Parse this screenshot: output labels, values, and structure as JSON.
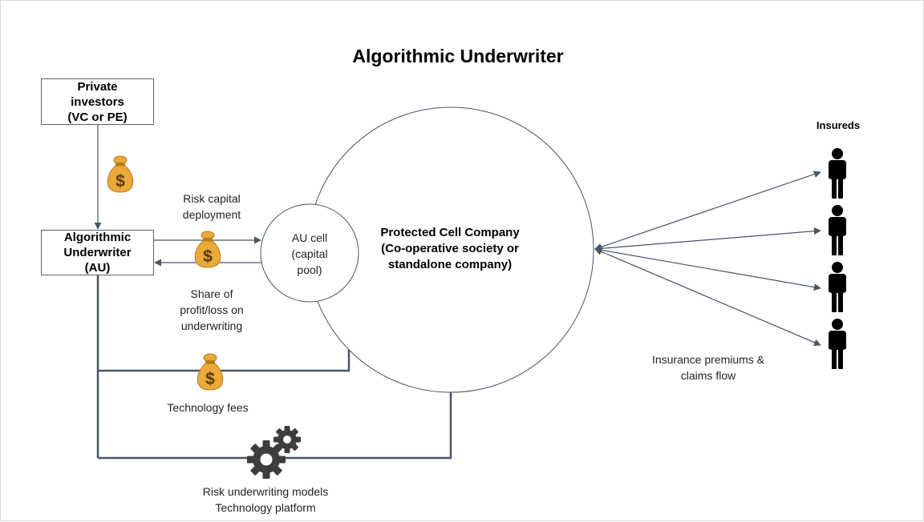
{
  "title": "Algorithmic Underwriter",
  "nodes": {
    "investors": {
      "lines": [
        "Private",
        "investors",
        "(VC or PE)"
      ]
    },
    "au": {
      "lines": [
        "Algorithmic",
        "Underwriter",
        "(AU)"
      ]
    },
    "au_cell": {
      "lines": [
        "AU cell",
        "(capital",
        "pool)"
      ]
    },
    "pcc": {
      "lines": [
        "Protected Cell Company",
        "(Co-operative society or",
        "standalone company)"
      ]
    },
    "insureds": {
      "label": "Insureds",
      "count": 4
    }
  },
  "labels": {
    "risk_capital": [
      "Risk capital",
      "deployment"
    ],
    "share_profit": [
      "Share of",
      "profit/loss on",
      "underwriting"
    ],
    "tech_fees": "Technology fees",
    "models": [
      "Risk underwriting models",
      "Technology platform"
    ],
    "premiums": [
      "Insurance premiums &",
      "claims flow"
    ]
  },
  "colors": {
    "line": "#4a5565",
    "box_border": "#5a6270",
    "bag": "#e9a93b",
    "bag_dark": "#b97a1d",
    "dollar": "#5a3a08",
    "gear": "#3d3d3d",
    "person": "#000000"
  },
  "icons": {
    "money_bag": "money-bag-icon",
    "gears": "gears-icon",
    "person": "person-icon"
  }
}
